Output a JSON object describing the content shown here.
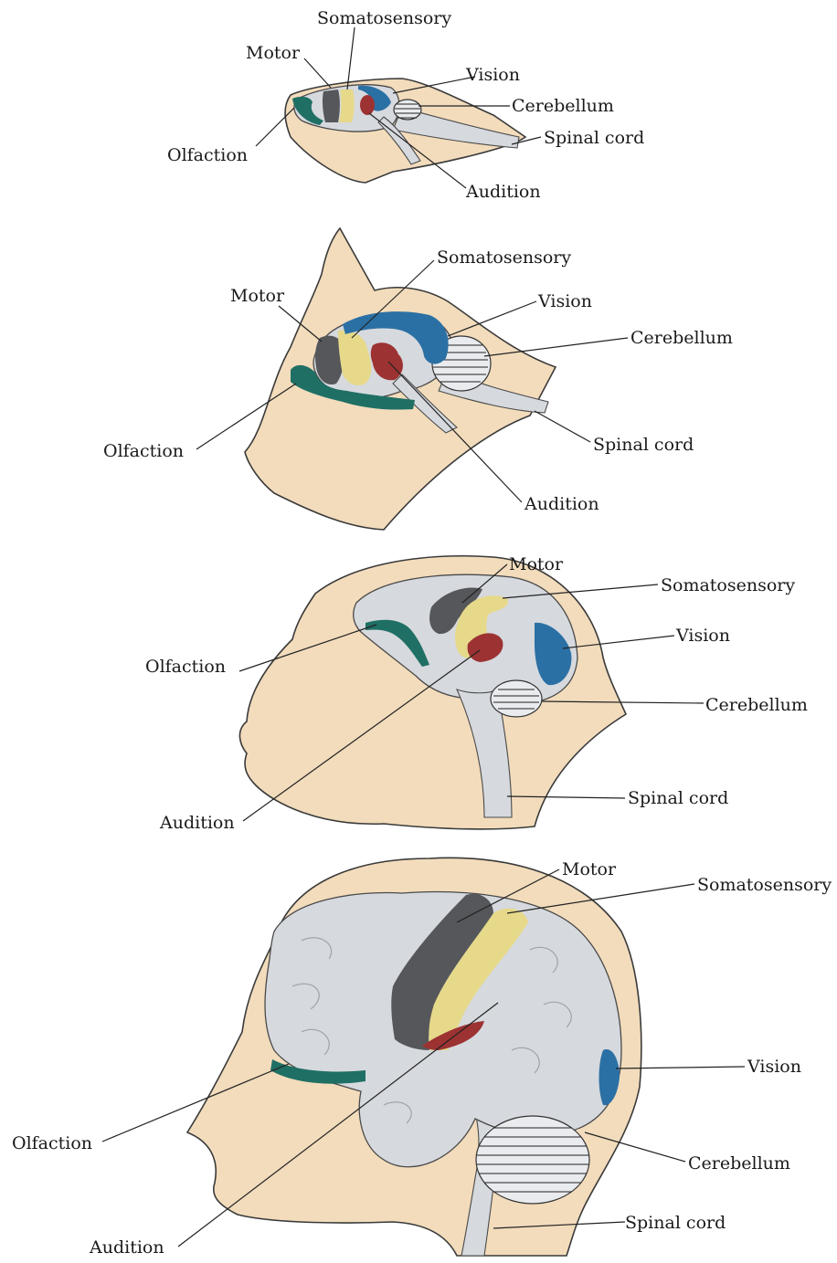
{
  "colors": {
    "head": "#f2dcbc",
    "brain": "#d6d9dd",
    "motor": "#56575a",
    "somatosensory": "#e6d98a",
    "vision": "#2b70a4",
    "audition": "#9c3232",
    "olfaction": "#1f6f64"
  },
  "panels": [
    {
      "labels": {
        "somatosensory": "Somatosensory",
        "motor": "Motor",
        "vision": "Vision",
        "cerebellum": "Cerebellum",
        "olfaction": "Olfaction",
        "spinal_cord": "Spinal cord",
        "audition": "Audition"
      }
    },
    {
      "labels": {
        "somatosensory": "Somatosensory",
        "motor": "Motor",
        "vision": "Vision",
        "cerebellum": "Cerebellum",
        "olfaction": "Olfaction",
        "spinal_cord": "Spinal cord",
        "audition": "Audition"
      }
    },
    {
      "labels": {
        "motor": "Motor",
        "somatosensory": "Somatosensory",
        "vision": "Vision",
        "olfaction": "Olfaction",
        "cerebellum": "Cerebellum",
        "spinal_cord": "Spinal cord",
        "audition": "Audition"
      }
    },
    {
      "labels": {
        "motor": "Motor",
        "somatosensory": "Somatosensory",
        "vision": "Vision",
        "olfaction": "Olfaction",
        "cerebellum": "Cerebellum",
        "spinal_cord": "Spinal cord",
        "audition": "Audition"
      }
    }
  ]
}
